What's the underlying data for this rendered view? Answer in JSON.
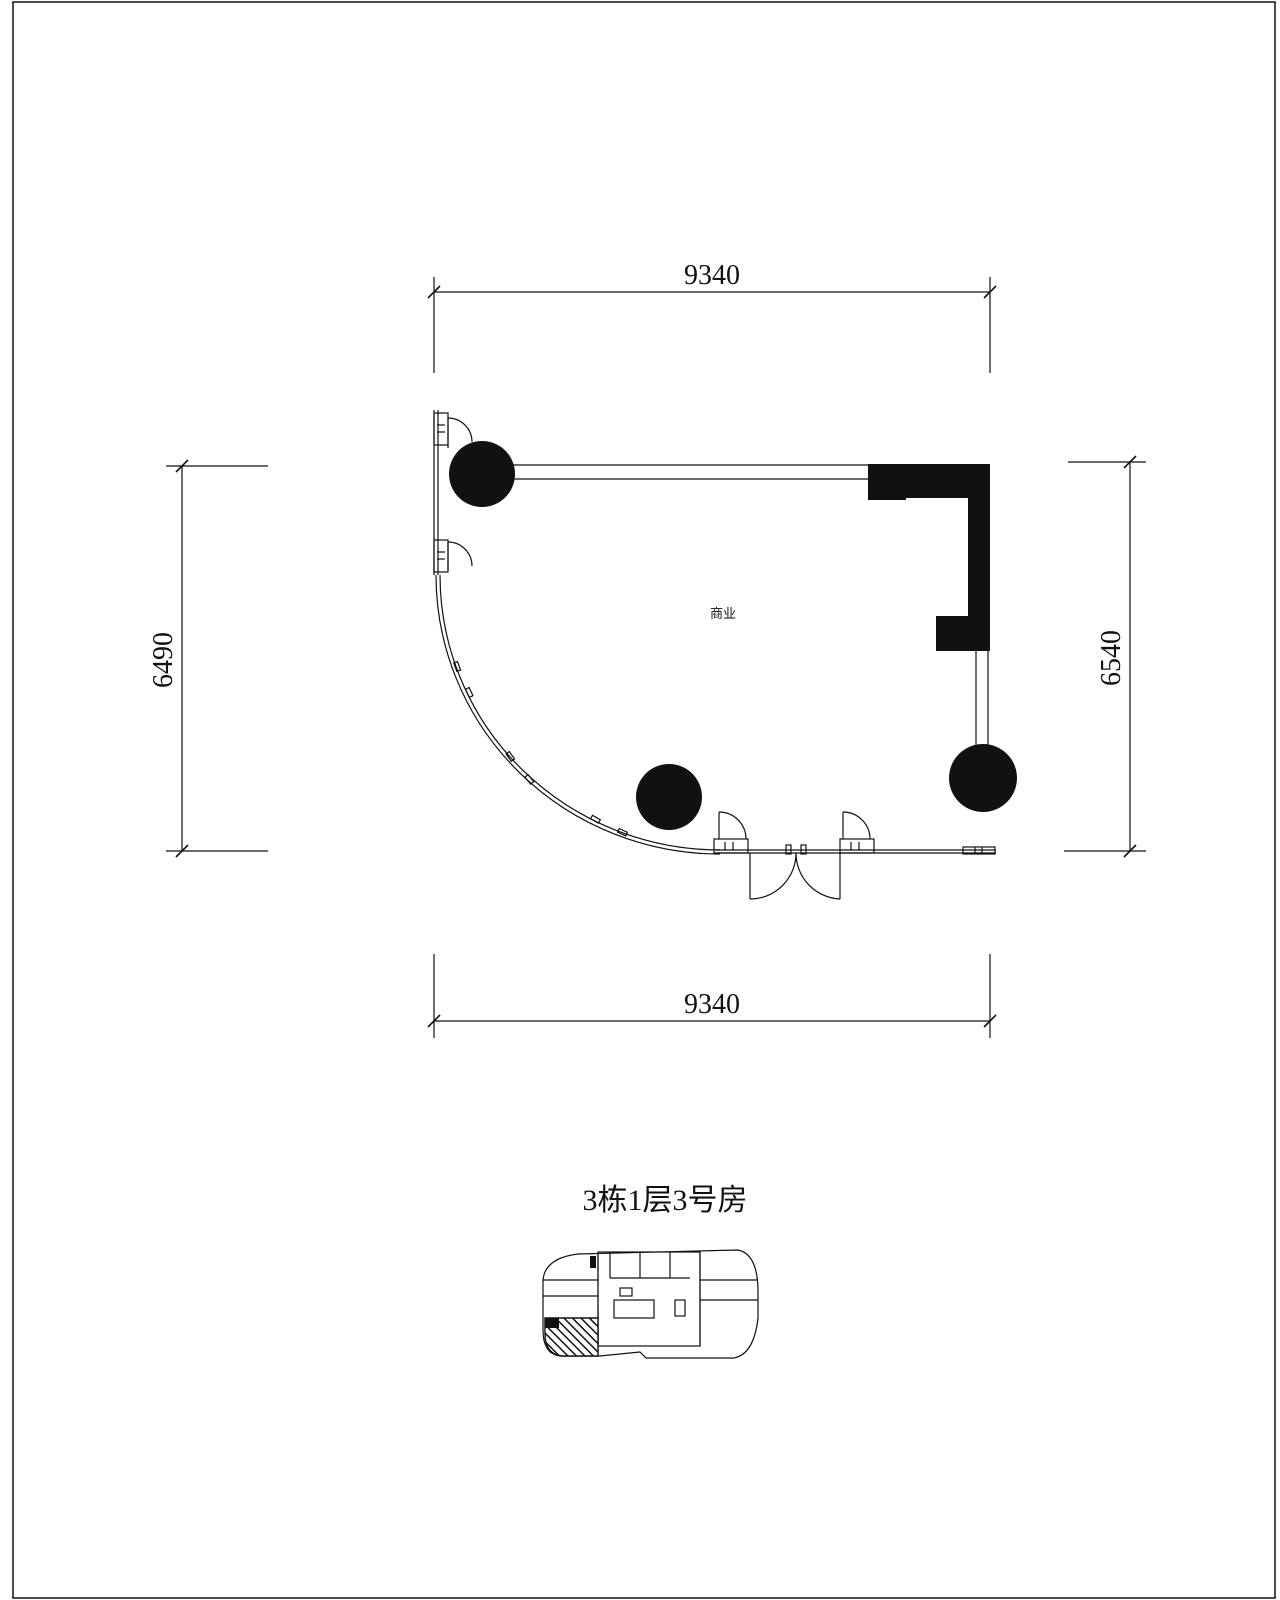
{
  "plan": {
    "dimensions": {
      "top_width": "9340",
      "bottom_width": "9340",
      "left_height": "6490",
      "right_height": "6540"
    },
    "room_label": "商业",
    "title": "3栋1层3号房"
  },
  "colors": {
    "line": "#111111",
    "background": "#ffffff"
  }
}
